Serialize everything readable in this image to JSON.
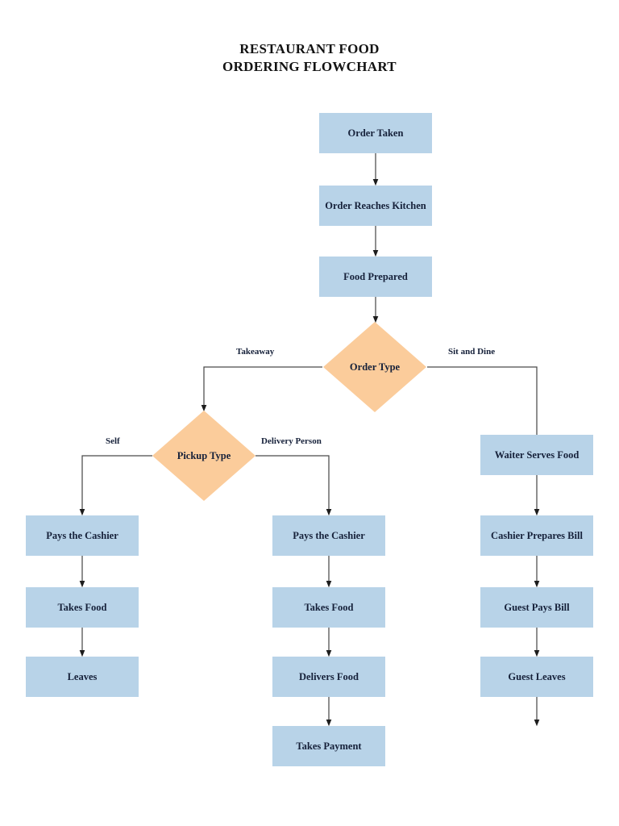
{
  "title": {
    "line1": "RESTAURANT FOOD",
    "line2": "ORDERING FLOWCHART"
  },
  "colors": {
    "process_fill": "#b8d3e8",
    "decision_fill": "#fbcc9b",
    "text": "#16213a",
    "connector": "#3b3b3b",
    "background": "#ffffff"
  },
  "nodes": {
    "order_taken": {
      "label": "Order Taken",
      "type": "process"
    },
    "order_reaches_kitchen": {
      "label": "Order Reaches Kitchen",
      "type": "process"
    },
    "food_prepared": {
      "label": "Food Prepared",
      "type": "process"
    },
    "order_type": {
      "label": "Order Type",
      "type": "decision"
    },
    "pickup_type": {
      "label": "Pickup Type",
      "type": "decision"
    },
    "self_pays_cashier": {
      "label": "Pays the Cashier",
      "type": "process"
    },
    "self_takes_food": {
      "label": "Takes Food",
      "type": "process"
    },
    "self_leaves": {
      "label": "Leaves",
      "type": "process"
    },
    "dp_pays_cashier": {
      "label": "Pays the Cashier",
      "type": "process"
    },
    "dp_takes_food": {
      "label": "Takes Food",
      "type": "process"
    },
    "dp_delivers_food": {
      "label": "Delivers Food",
      "type": "process"
    },
    "dp_takes_payment": {
      "label": "Takes Payment",
      "type": "process"
    },
    "waiter_serves_food": {
      "label": "Waiter Serves Food",
      "type": "process"
    },
    "cashier_prepares_bill": {
      "label": "Cashier Prepares Bill",
      "type": "process"
    },
    "guest_pays_bill": {
      "label": "Guest Pays Bill",
      "type": "process"
    },
    "guest_leaves": {
      "label": "Guest Leaves",
      "type": "process"
    }
  },
  "edge_labels": {
    "takeaway": "Takeaway",
    "sit_and_dine": "Sit and Dine",
    "self": "Self",
    "delivery_person": "Delivery Person"
  }
}
